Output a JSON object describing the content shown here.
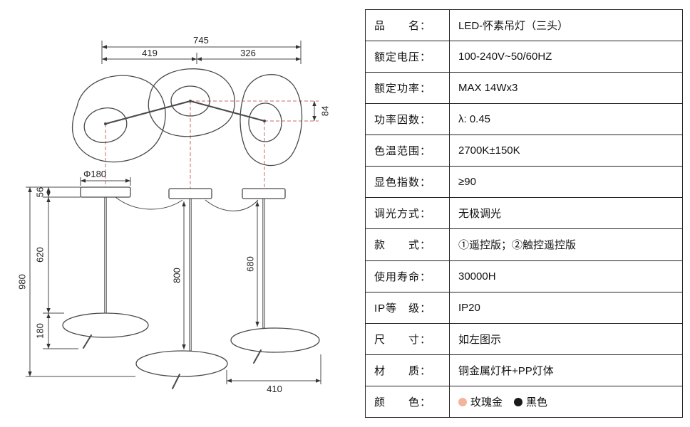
{
  "drawing": {
    "dims": {
      "width_total": "745",
      "width_left": "419",
      "width_right": "326",
      "head_offset": "84",
      "canopy_dia": "Φ180",
      "canopy_h": "56",
      "rod_left": "620",
      "total_h": "980",
      "head_h": "180",
      "rod_mid": "800",
      "rod_right": "680",
      "bottom_w": "410"
    }
  },
  "table": {
    "rows": [
      {
        "label": "品　　名：",
        "value": "LED-怀素吊灯（三头）"
      },
      {
        "label": "额定电压：",
        "value": "100-240V~50/60HZ"
      },
      {
        "label": "额定功率：",
        "value": "MAX 14Wx3"
      },
      {
        "label": "功率因数：",
        "value": "λ: 0.45"
      },
      {
        "label": "色温范围：",
        "value": "2700K±150K"
      },
      {
        "label": "显色指数：",
        "value": "≥90"
      },
      {
        "label": "调光方式：",
        "value": "无极调光"
      },
      {
        "label": "款　　式：",
        "value": "①遥控版；②触控遥控版"
      },
      {
        "label": "使用寿命：",
        "value": "30000H"
      },
      {
        "label": "IP等　级：",
        "value": "IP20"
      },
      {
        "label": "尺　　寸：",
        "value": "如左图示"
      },
      {
        "label": "材　　质：",
        "value": "铜金属灯杆+PP灯体"
      }
    ],
    "color_row": {
      "label": "颜　　色：",
      "options": [
        {
          "name": "玫瑰金",
          "color": "#F2B49C"
        },
        {
          "name": "黑色",
          "color": "#1A1A1A"
        }
      ]
    }
  },
  "colors": {
    "guide_dash": "#C96A6A",
    "line": "#4A4A4A"
  }
}
